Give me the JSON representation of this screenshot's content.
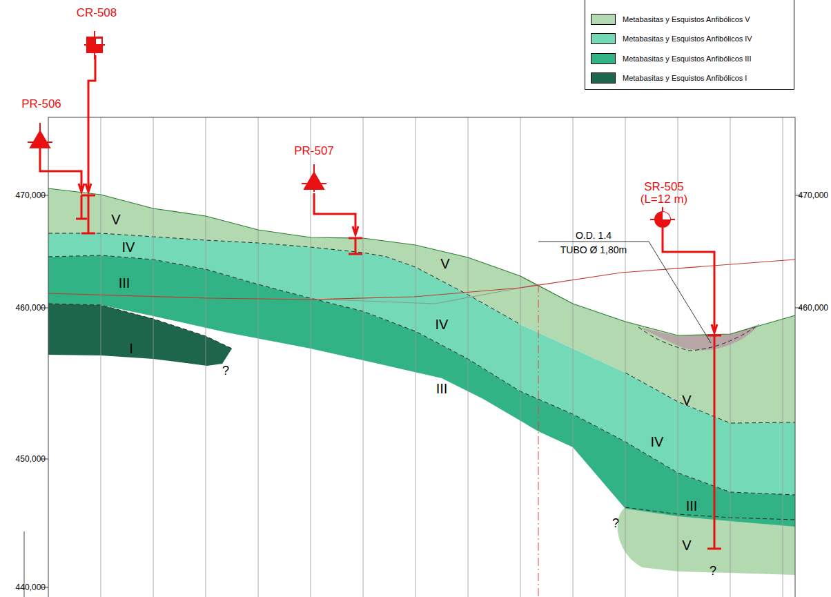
{
  "diagram": {
    "labels": [
      "CR-508",
      "PR-506",
      "PR-507",
      "SR-505",
      "(L=12 m)",
      "O.D. 1.4",
      "TUBO Ø 1,80m",
      "470,000",
      "470,000",
      "460,000",
      "460,000",
      "450,000",
      "440,000",
      "V",
      "IV",
      "III",
      "I",
      "?",
      "V",
      "IV",
      "III",
      "V",
      "IV",
      "III",
      "?",
      "V",
      "?"
    ],
    "legend": [
      {
        "text": "Metabasitas y Esquistos Anfibólicos V",
        "color": "#b2d9b0"
      },
      {
        "text": "Metabasitas y Esquistos Anfibólicos IV",
        "color": "#74d9b6"
      },
      {
        "text": "Metabasitas y Esquistos Anfibólicos III",
        "color": "#32b386"
      },
      {
        "text": "Metabasitas y Esquistos Anfibólicos I",
        "color": "#1e664b"
      }
    ]
  }
}
